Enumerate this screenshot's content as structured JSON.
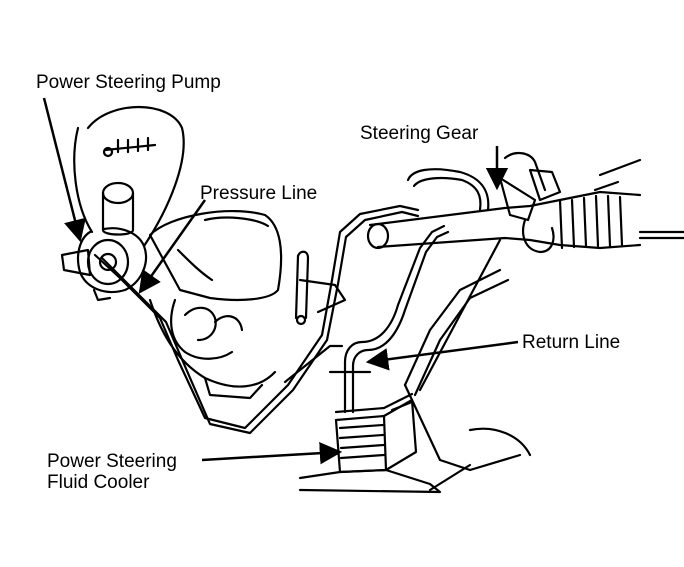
{
  "labels": {
    "pump": "Power Steering Pump",
    "gear": "Steering Gear",
    "pressure": "Pressure Line",
    "return": "Return Line",
    "cooler_line1": "Power Steering",
    "cooler_line2": "Fluid Cooler"
  },
  "colors": {
    "ink": "#000000",
    "paper": "#ffffff"
  }
}
